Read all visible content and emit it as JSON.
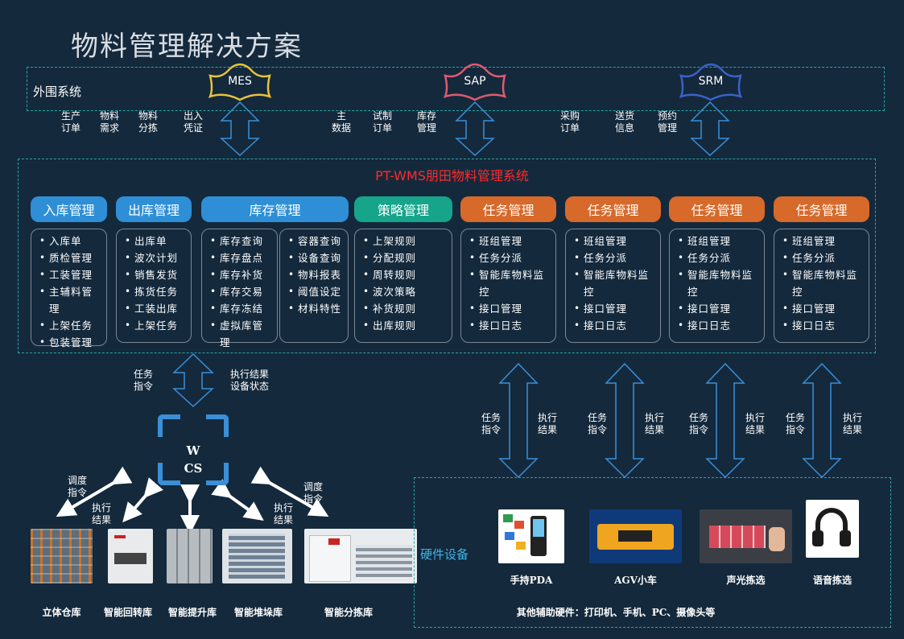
{
  "title": "物料管理解决方案",
  "external": {
    "label": "外围系统",
    "systems": [
      {
        "name": "MES",
        "color": "#e8c23a",
        "flows": [
          "生产\n订单",
          "物料\n需求",
          "物料\n分拣",
          "出入\n凭证"
        ]
      },
      {
        "name": "SAP",
        "color": "#e05a6e",
        "flows": [
          "主\n数据",
          "试制\n订单",
          "库存\n管理"
        ]
      },
      {
        "name": "SRM",
        "color": "#3a62c8",
        "flows": [
          "采购\n订单",
          "送货\n信息",
          "预约\n管理"
        ]
      }
    ]
  },
  "system_title": "PT-WMS朋田物料管理系统",
  "modules": [
    {
      "title": "入库管理",
      "items": [
        "入库单",
        "质检管理",
        "工装管理",
        "主辅料管理",
        "上架任务",
        "包装管理"
      ]
    },
    {
      "title": "出库管理",
      "items": [
        "出库单",
        "波次计划",
        "销售发货",
        "拣货任务",
        "工装出库",
        "上架任务"
      ]
    },
    {
      "title": "库存管理",
      "items": [
        "库存查询",
        "库存盘点",
        "库存补货",
        "库存交易",
        "库存冻结",
        "虚拟库管理"
      ],
      "items2": [
        "容器查询",
        "设备查询",
        "物料报表",
        "阈值设定",
        "材料特性"
      ]
    },
    {
      "title": "策略管理",
      "items": [
        "上架规则",
        "分配规则",
        "周转规则",
        "波次策略",
        "补货规则",
        "出库规则"
      ]
    },
    {
      "title": "任务管理",
      "items": [
        "班组管理",
        "任务分派",
        "智能库物料监控",
        "接口管理",
        "接口日志"
      ]
    },
    {
      "title": "任务管理",
      "items": [
        "班组管理",
        "任务分派",
        "智能库物料监控",
        "接口管理",
        "接口日志"
      ]
    },
    {
      "title": "任务管理",
      "items": [
        "班组管理",
        "任务分派",
        "智能库物料监控",
        "接口管理",
        "接口日志"
      ]
    },
    {
      "title": "任务管理",
      "items": [
        "班组管理",
        "任务分派",
        "智能库物料监控",
        "接口管理",
        "接口日志"
      ]
    }
  ],
  "wcs": {
    "name": "WCS",
    "down_label": "任务\n指令",
    "up_label": "执行结果\n设备状态",
    "dispatch_label": "调度\n指令",
    "result_label": "执行\n结果"
  },
  "task_arrows": {
    "left": "任务\n指令",
    "right": "执行\n结果"
  },
  "warehouses": [
    "立体仓库",
    "智能回转库",
    "智能提升库",
    "智能堆垛库",
    "智能分拣库"
  ],
  "hardware": {
    "label": "硬件设备",
    "devices": [
      "手持PDA",
      "AGV小车",
      "声光拣选",
      "语音拣选"
    ],
    "note": "其他辅助硬件：打印机、手机、PC、摄像头等"
  },
  "colors": {
    "accent_blue": "#2e8fd6",
    "teal": "#16a48b",
    "orange": "#d7692a",
    "red_title": "#ff2a2a"
  }
}
